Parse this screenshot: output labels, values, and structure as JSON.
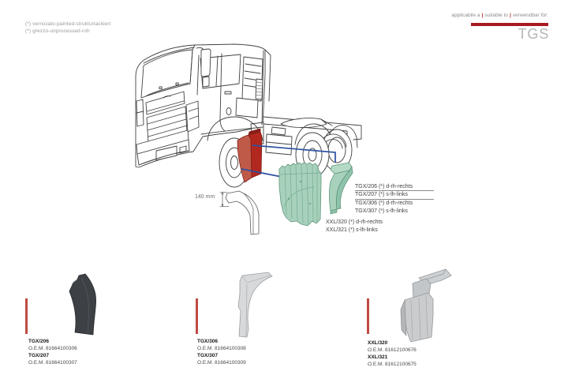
{
  "notes": [
    "(*) verniciato-painted-strukturlackiert",
    "(*) grezzo-unprocessed-roh"
  ],
  "header": {
    "applicability": [
      "applicabile a",
      "suitable to",
      "verwendbar für:"
    ],
    "pipe": "|",
    "model": "TGS"
  },
  "diagram": {
    "dimension_label": "140 mm",
    "tgx_list": [
      "TGX/206 (*) d-rh-rechts",
      "TGX/207 (*) s-lh-links",
      "TGX/306 (*) d-rh-rechts",
      "TGX/307 (*) s-lh-links"
    ],
    "xxl_list": [
      "XXL/320 (*) d-rh-rechts",
      "XXL/321 (*) s-lh-links"
    ]
  },
  "products": [
    {
      "items": [
        {
          "code": "TGX/206",
          "oem": "O.E.M. 81664100306"
        },
        {
          "code": "TGX/207",
          "oem": "O.E.M. 81664100307"
        }
      ]
    },
    {
      "items": [
        {
          "code": "TGX/306",
          "oem": "O.E.M. 81664100308"
        },
        {
          "code": "TGX/307",
          "oem": "O.E.M. 81664100309"
        }
      ]
    },
    {
      "items": [
        {
          "code": "XXL/320",
          "oem": "O.E.M. 81612100676"
        },
        {
          "code": "XXL/321",
          "oem": "O.E.M. 81612100675"
        }
      ]
    }
  ],
  "colors": {
    "accent_red": "#a81a1e",
    "marker_red": "#bf4a42",
    "leader_blue": "#2e52a0",
    "highlight_part_red": "#b2281f",
    "part_green": "#a8d1bc"
  }
}
